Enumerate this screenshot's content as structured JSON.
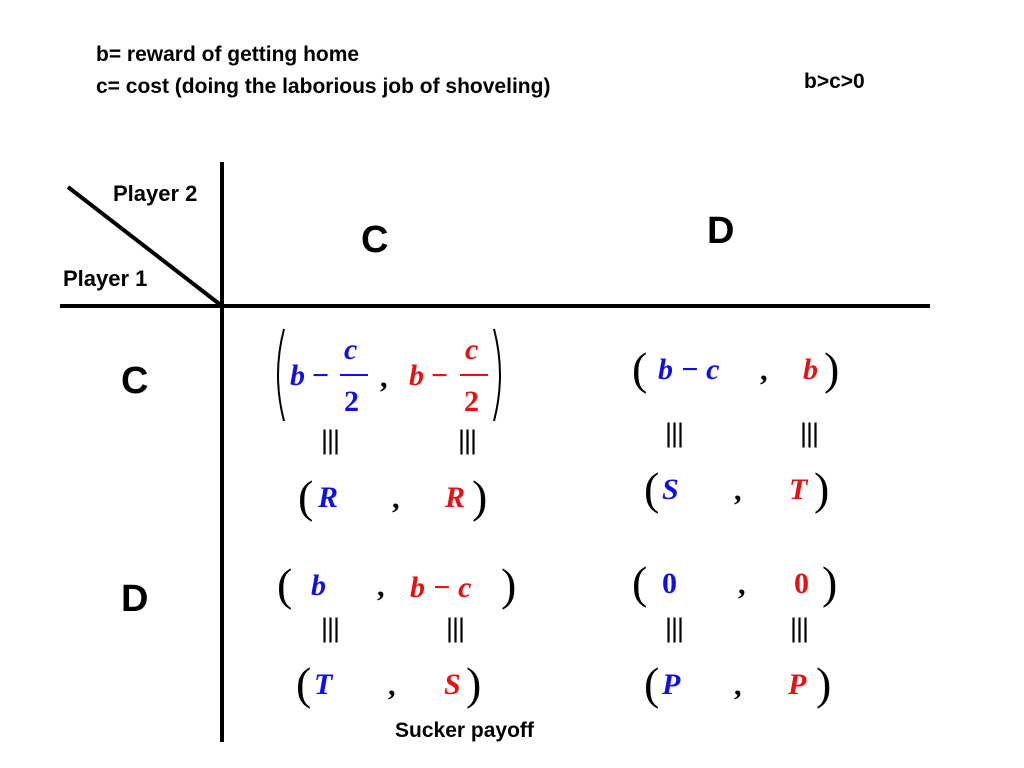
{
  "definitions": {
    "b_def": "b= reward of getting home",
    "c_def": "c= cost (doing the laborious job of shoveling)",
    "condition": "b>c>0"
  },
  "matrix": {
    "player2_label": "Player 2",
    "player1_label": "Player 1",
    "col_strategies": [
      "C",
      "D"
    ],
    "row_strategies": [
      "C",
      "D"
    ],
    "cells": {
      "cc": {
        "p1": "b",
        "p2": "b",
        "half_num": "c",
        "half_den": "2",
        "sym_p1": "R",
        "sym_p2": "R"
      },
      "cd": {
        "p1": "b − c",
        "p2": "b",
        "sym_p1": "S",
        "sym_p2": "T"
      },
      "dc": {
        "p1": "b",
        "p2": "b − c",
        "sym_p1": "T",
        "sym_p2": "S"
      },
      "dd": {
        "p1": "0",
        "p2": "0",
        "sym_p1": "P",
        "sym_p2": "P"
      }
    },
    "separator": ",",
    "identity_symbol": "|||",
    "minus": "−"
  },
  "annotations": {
    "sucker_payoff": "Sucker payoff"
  },
  "colors": {
    "player1": "#1010e6",
    "player2": "#e81010"
  }
}
